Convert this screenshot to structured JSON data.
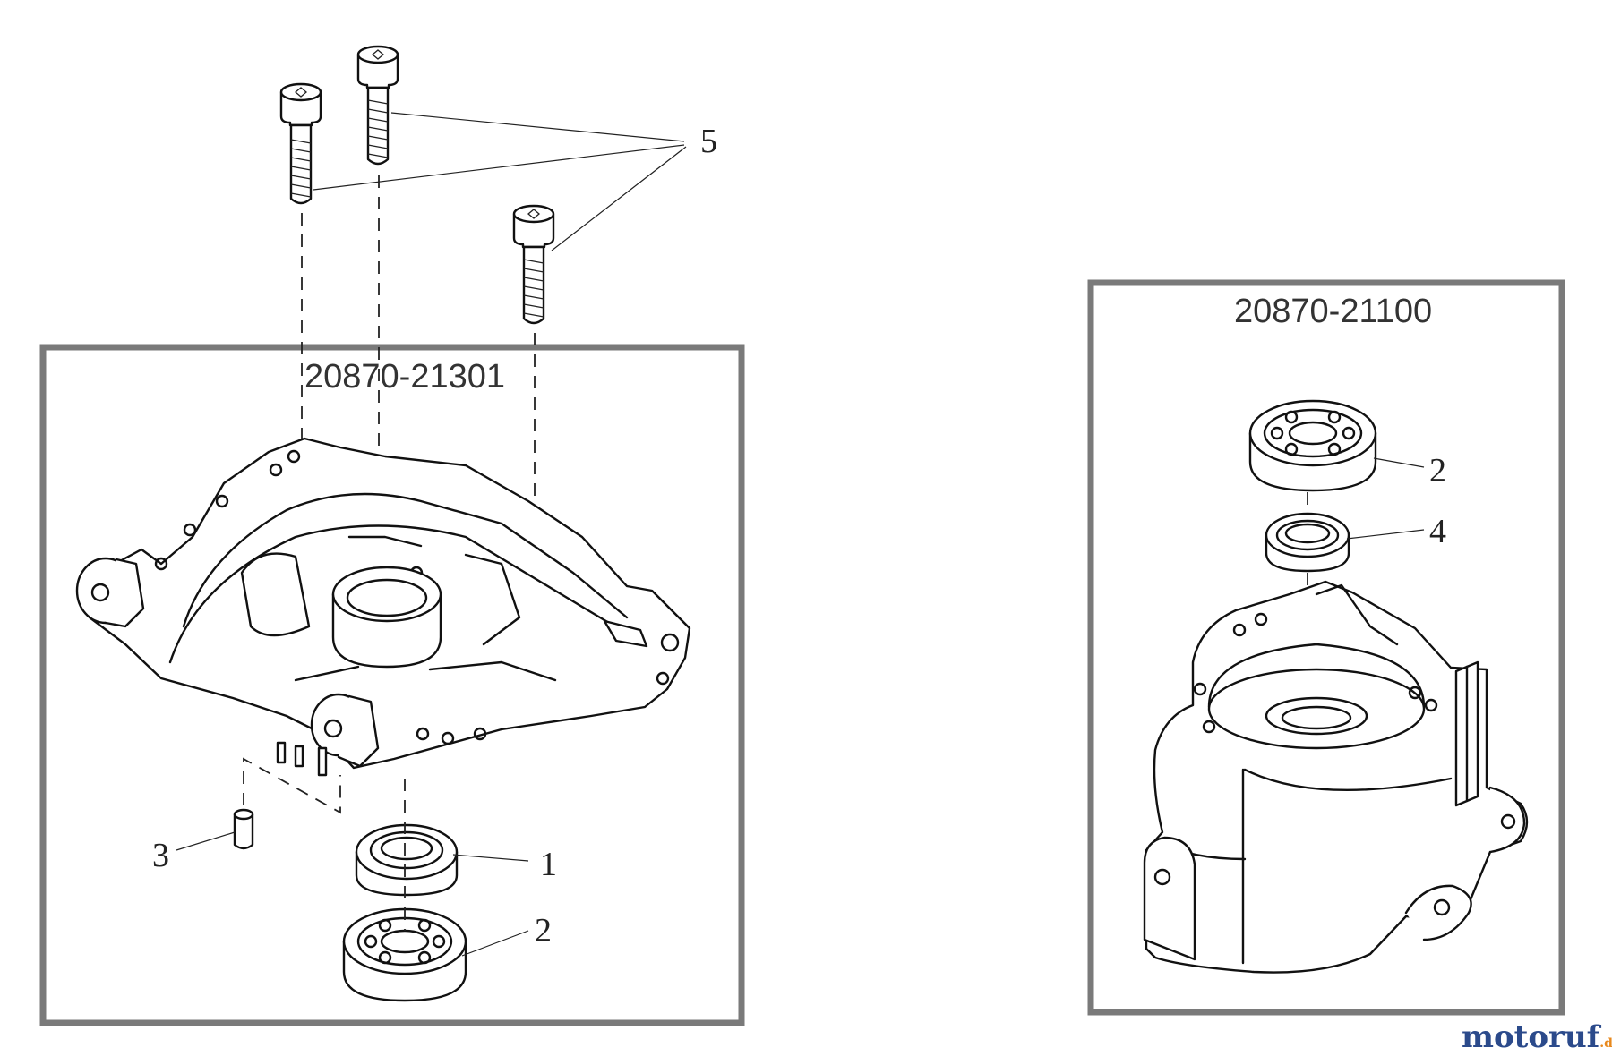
{
  "assemblies": [
    {
      "part_number": "20870-21301"
    },
    {
      "part_number": "20870-21100"
    }
  ],
  "callouts": {
    "c1": "1",
    "c2_left": "2",
    "c3": "3",
    "c5": "5",
    "c2_right": "2",
    "c4": "4"
  },
  "watermark": {
    "text": "motoruf",
    "suffix": ".de"
  },
  "colors": {
    "line": "#111111",
    "box": "#7a7a7a",
    "watermark_blue": "#2b4a8b",
    "watermark_orange": "#e8891d"
  }
}
